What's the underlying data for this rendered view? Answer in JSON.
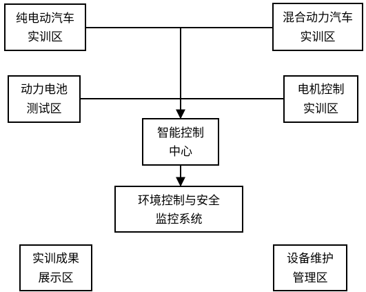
{
  "boxes": {
    "pure_ev": {
      "line1": "纯电动汽车",
      "line2": "实训区"
    },
    "hybrid": {
      "line1": "混合动力汽车",
      "line2": "实训区"
    },
    "battery": {
      "line1": "动力电池",
      "line2": "测试区"
    },
    "motor": {
      "line1": "电机控制",
      "line2": "实训区"
    },
    "control_center": {
      "line1": "智能控制",
      "line2": "中心"
    },
    "env_safety": {
      "line1": "环境控制与安全",
      "line2": "监控系统"
    },
    "results": {
      "line1": "实训成果",
      "line2": "展示区"
    },
    "equipment": {
      "line1": "设备维护",
      "line2": "管理区"
    }
  },
  "colors": {
    "stroke": "#000000",
    "background": "#ffffff"
  }
}
